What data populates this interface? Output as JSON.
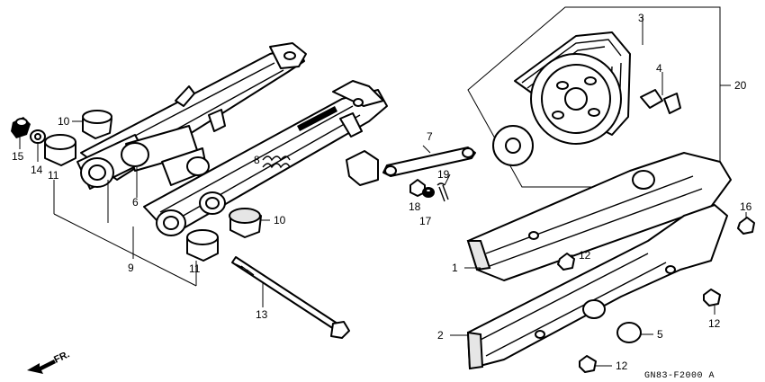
{
  "diagram": {
    "callouts": {
      "c1": "1",
      "c2": "2",
      "c3": "3",
      "c4": "4",
      "c5": "5",
      "c6": "6",
      "c7": "7",
      "c8": "8",
      "c9": "9",
      "c10a": "10",
      "c10b": "10",
      "c11a": "11",
      "c11b": "11",
      "c12a": "12",
      "c12b": "12",
      "c12c": "12",
      "c13": "13",
      "c14": "14",
      "c15": "15",
      "c16": "16",
      "c17": "17",
      "c18": "18",
      "c19": "19",
      "c20": "20"
    },
    "front_indicator": "FR.",
    "drawing_code": "GN83-F2000 A"
  }
}
